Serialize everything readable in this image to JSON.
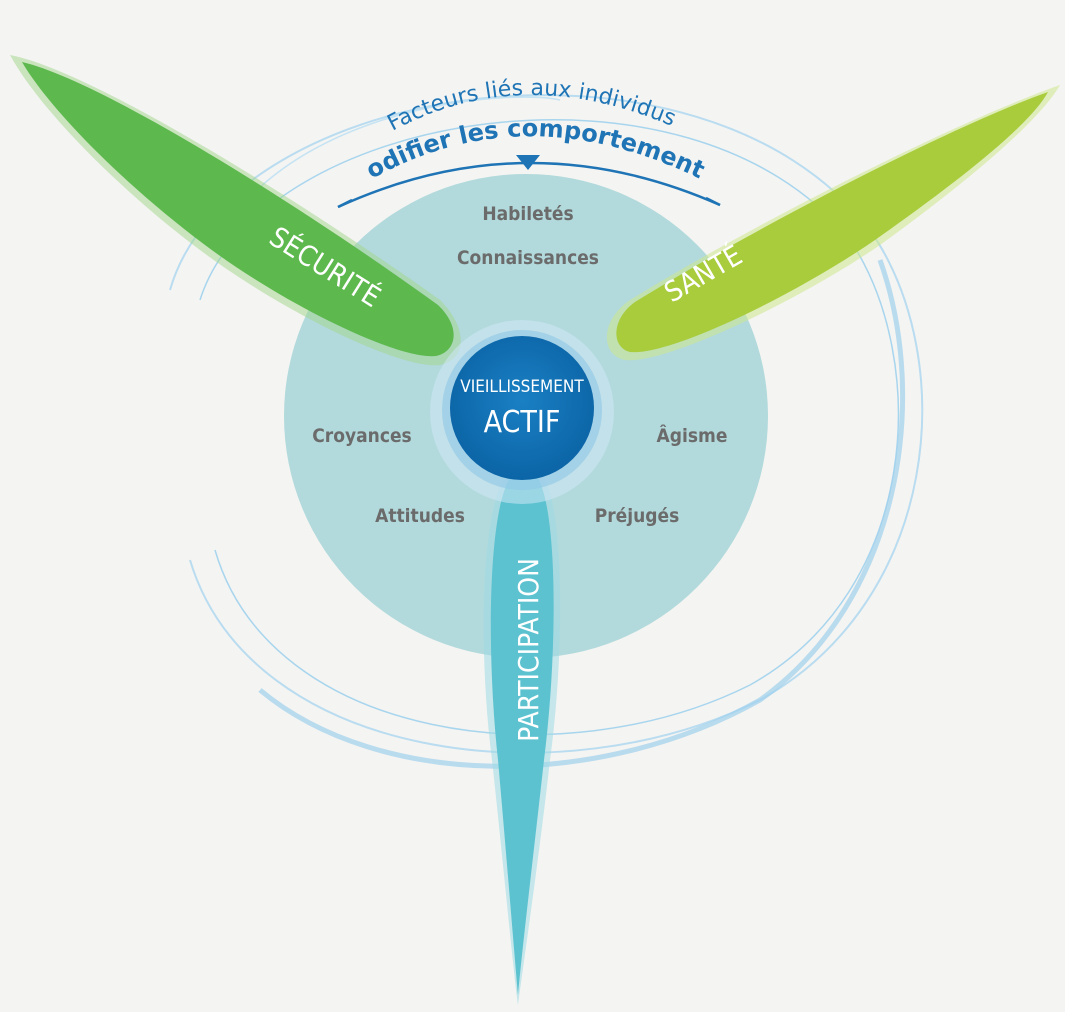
{
  "header": {
    "arc_line1": "Facteurs liés aux individus",
    "arc_line2": "Modifier les comportements"
  },
  "center": {
    "line1": "VIEILLISSEMENT",
    "line2": "ACTIF"
  },
  "blades": {
    "left": "SÉCURITÉ",
    "right": "SANTÉ",
    "bottom": "PARTICIPATION"
  },
  "factors": {
    "habiletes": "Habiletés",
    "connaissances": "Connaissances",
    "croyances": "Croyances",
    "attitudes": "Attitudes",
    "agisme": "Âgisme",
    "prejuges": "Préjugés"
  },
  "colors": {
    "background": "#f4f4f2",
    "circle": "#aed8da",
    "hub": "#0e72b6",
    "blade_left": "#5db84e",
    "blade_right": "#a9cc3c",
    "blade_bottom": "#5cc2d0",
    "arc_text": "#1e74b5",
    "swirl": "#a8d5ee",
    "factor_text": "#6b6b6b"
  }
}
